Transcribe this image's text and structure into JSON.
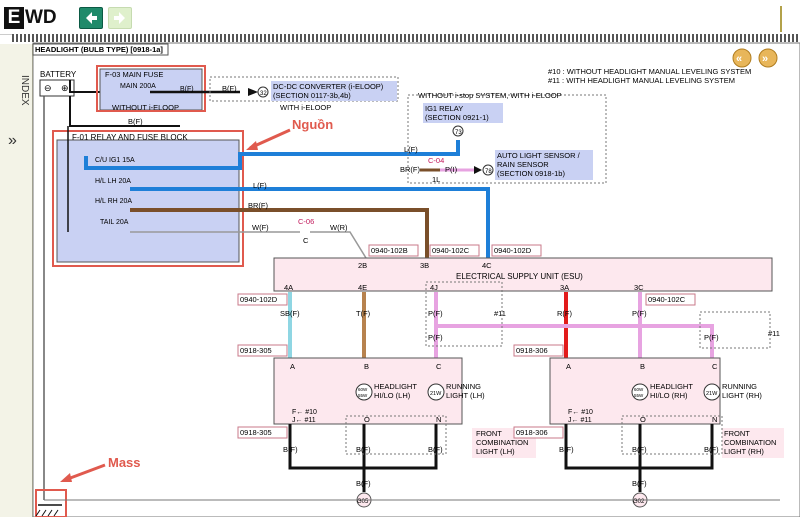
{
  "app": {
    "logo_letter": "E",
    "logo_rest": "WD",
    "index_label": "INDEX",
    "sidebar_chevron": "»"
  },
  "diagram": {
    "title": "HEADLIGHT (BULB TYPE) [0918-1a]",
    "battery_label": "BATTERY",
    "battery_terminals": [
      "⊖",
      "⊕"
    ],
    "main_fuse": {
      "title": "F-03 MAIN FUSE",
      "fuse": "MAIN 200A",
      "without": "WITHOUT i-ELOOP",
      "wire": "B(F)"
    },
    "dcdc": {
      "wire": "B(F)",
      "connector": "32",
      "line1": "DC-DC CONVERTER (i-ELOOP)",
      "line2": "(SECTION 0117-3b,4b)",
      "with": "WITH i-ELOOP"
    },
    "bf_wire": "B(F)",
    "relay_block": {
      "title": "F-01 RELAY AND FUSE BLOCK",
      "fuses": [
        {
          "label": "C/U IG1 15A",
          "wire": "L(F)"
        },
        {
          "label": "H/L LH 20A",
          "wire": "L(F)"
        },
        {
          "label": "H/L RH 20A",
          "wire": "BR(F)"
        },
        {
          "label": "TAIL 20A",
          "wire": "W(F)"
        }
      ]
    },
    "ig1_relay": {
      "header": "WITHOUT i-stop SYSTEM, WITH i-ELOOP",
      "line1": "IG1 RELAY",
      "line2": "(SECTION 0921-1)",
      "node": "73"
    },
    "c04": {
      "label": "C-04",
      "sub": "1L",
      "wire_in": "BR(F)",
      "wire_out": "P(I)",
      "node": "78"
    },
    "auto_light": {
      "line1": "AUTO LIGHT SENSOR /",
      "line2": "RAIN SENSOR",
      "line3": "(SECTION 0918-1b)"
    },
    "c06": {
      "label": "C-06",
      "sub": "C",
      "wire": "W(R)"
    },
    "notes": [
      "#10 : WITHOUT HEADLIGHT MANUAL LEVELING SYSTEM",
      "#11 : WITH HEADLIGHT MANUAL LEVELING SYSTEM"
    ],
    "esu": {
      "label": "ELECTRICAL SUPPLY UNIT (ESU)",
      "top_connectors": [
        "0940-102B",
        "0940-102C",
        "0940-102D"
      ],
      "top_pins": [
        "2B",
        "3B",
        "4C"
      ],
      "bottom_pins": [
        "4A",
        "4E",
        "4J",
        "3A",
        "3C"
      ],
      "conn_left": "0940-102D",
      "conn_right": "0940-102C"
    },
    "wires_down": [
      "SB(F)",
      "T(F)",
      "P(F)",
      "R(F)",
      "P(F)"
    ],
    "p_wires": [
      "P(F)",
      "P(F)"
    ],
    "hash11": [
      "#11",
      "#11"
    ],
    "left_lamp": {
      "conn_top": "0918-305",
      "conn_bottom": "0918-305",
      "pins_top": [
        "A",
        "B",
        "C"
      ],
      "pins_bottom": [
        "",
        "O",
        "N"
      ],
      "headlight": [
        "HEADLIGHT",
        "HI/LO (LH)"
      ],
      "bulb": [
        "60W",
        "55W"
      ],
      "running": [
        "RUNNING",
        "LIGHT (LH)"
      ],
      "running_bulb": "21W",
      "arrows": [
        "F← #10",
        "J← #11"
      ],
      "combination": [
        "FRONT",
        "COMBINATION",
        "LIGHT (LH)"
      ],
      "wires_bottom": [
        "B(F)",
        "B(F)",
        "B(F)",
        "B(F)"
      ],
      "ground": "G05"
    },
    "right_lamp": {
      "conn_top": "0918-306",
      "conn_bottom": "0918-306",
      "pins_top": [
        "A",
        "B",
        "C"
      ],
      "pins_bottom": [
        "",
        "O",
        "N"
      ],
      "headlight": [
        "HEADLIGHT",
        "HI/LO (RH)"
      ],
      "bulb": [
        "60W",
        "55W"
      ],
      "running": [
        "RUNNING",
        "LIGHT (RH)"
      ],
      "running_bulb": "21W",
      "arrows": [
        "F← #10",
        "J← #11"
      ],
      "combination": [
        "FRONT",
        "COMBINATION",
        "LIGHT (RH)"
      ],
      "wires_bottom": [
        "B(F)",
        "B(F)",
        "B(F)",
        "B(F)"
      ],
      "ground": "G02"
    },
    "annotations": {
      "nguon": "Nguồn",
      "mass": "Mass"
    }
  },
  "colors": {
    "blue": "#1e7fd8",
    "brown": "#7a4f2a",
    "red": "#e21b1b",
    "pink": "#e7a3e1",
    "cyan": "#8fd6e3",
    "tan": "#b7824e",
    "ann": "#e05a4e",
    "esu_fill": "#fde8ee",
    "relay_fill": "#c9d1f3"
  }
}
